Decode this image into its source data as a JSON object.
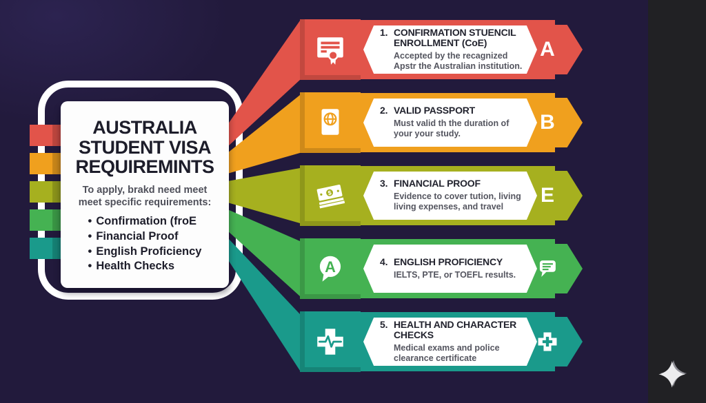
{
  "background": {
    "main_color": "#221a3c",
    "right_strip_color": "#212124"
  },
  "intro_card": {
    "title_lines": [
      "AUSTRALIA",
      "STUDENT VISA",
      "REQUIREMINTS"
    ],
    "subtitle_lines": [
      "To apply, brakd need meet",
      "meet specific requirements:"
    ],
    "bullet_marker": "•",
    "bullets": [
      "Confirmation (froE",
      "Financial Proof",
      "English Proficiency",
      "Health Checks"
    ]
  },
  "requirements": [
    {
      "number": "1.",
      "title": "CONFIRMATION STUENCIL ENROLLMENT (CoE)",
      "description": "Accepted by the recagnized Apstr the Australian institution.",
      "color": "#e2544a",
      "icon": "certificate-icon",
      "badge": {
        "type": "letter",
        "label": "A"
      }
    },
    {
      "number": "2.",
      "title": "VALID PASSPORT",
      "description": "Must valid th the duration of your your study.",
      "color": "#f0a01e",
      "icon": "passport-globe-icon",
      "badge": {
        "type": "letter",
        "label": "B"
      }
    },
    {
      "number": "3.",
      "title": "FINANCIAL PROOF",
      "description": "Evidence to cover tution, living living expenses, and travel",
      "color": "#a6b01f",
      "icon": "money-icon",
      "badge": {
        "type": "letter",
        "label": "E"
      }
    },
    {
      "number": "4.",
      "title": "ENGLISH PROFICIENCY",
      "description": "IELTS, PTE, or TOEFL results.",
      "color": "#45b252",
      "icon": "language-bubble-icon",
      "badge": {
        "type": "icon",
        "label": "chat-bubble-icon"
      }
    },
    {
      "number": "5.",
      "title": "HEALTH AND CHARACTER CHECKS",
      "description": "Medical exams and police clearance certificate",
      "color": "#1a9a8b",
      "icon": "health-cross-icon",
      "badge": {
        "type": "icon",
        "label": "medical-plus-icon"
      }
    }
  ],
  "decorations": {
    "sparkle": "sparkle-icon"
  }
}
